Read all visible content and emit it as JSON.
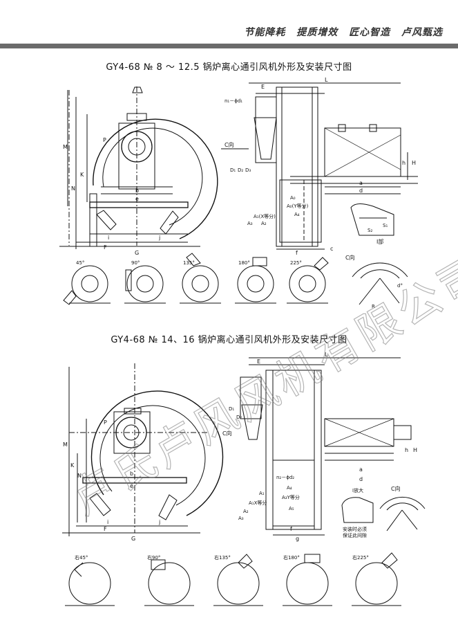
{
  "header": {
    "slogans": [
      "节能降耗",
      "提质增效",
      "匠心智造",
      "卢风甄选"
    ]
  },
  "titles": {
    "top": "GY4-68 № 8 ～ 12.5 锅炉离心通引风机外形及安装尺寸图",
    "bottom": "GY4-68 № 14、16 锅炉离心通引风机外形及安装尺寸图"
  },
  "top_labels": {
    "M": "M",
    "K": "K",
    "N": "N",
    "P": "P",
    "b": "b",
    "e": "e",
    "i": "i",
    "j": "j",
    "F": "F",
    "G": "G",
    "E": "E",
    "L": "L",
    "n1d1": "n₁－ϕd₁",
    "D1": "D₁",
    "D2": "D₂",
    "D3": "D₃",
    "Cdir": "C向",
    "A0": "A₀",
    "A0Y": "A₀(Y等分)",
    "A4": "A₄",
    "A1X": "A₁(X等分)",
    "A3": "A₃",
    "A2": "A₂",
    "f": "f",
    "c": "c",
    "a": "a",
    "d": "d",
    "h": "h",
    "H": "H",
    "S1": "S₁",
    "S2": "S₂",
    "Ipart": "I部",
    "Cview": "C向",
    "R": "R",
    "d2": "d°",
    "ang45": "45°",
    "ang90": "90°",
    "ang135": "135°",
    "ang180": "180°",
    "ang225": "225°"
  },
  "bottom_labels": {
    "M": "M",
    "K": "K",
    "N": "N",
    "P": "P",
    "b": "b",
    "e": "e",
    "i": "i",
    "j": "j",
    "F": "F",
    "G": "G",
    "E": "E",
    "L": "L",
    "D1": "D₁",
    "D2": "D₂",
    "Cdir": "C向",
    "n2d2": "n₂－ϕd₂",
    "A4": "A₄",
    "A1": "A₁",
    "A1X": "A₁X等分",
    "A3Y": "A₃Y等分",
    "A5": "A₅",
    "A2": "A₂",
    "A3": "A₃",
    "f": "f",
    "g": "g",
    "a": "a",
    "d": "d",
    "h": "h",
    "H": "H",
    "Ienl": "I放大",
    "install": "安装时必须",
    "clearance": "保证此间隙",
    "Cview": "C向",
    "r45": "右45°",
    "r90": "右90°",
    "r135": "右135°",
    "r180": "右180°",
    "r225": "右225°"
  },
  "watermark": "卢氏卢风风机有限公司"
}
